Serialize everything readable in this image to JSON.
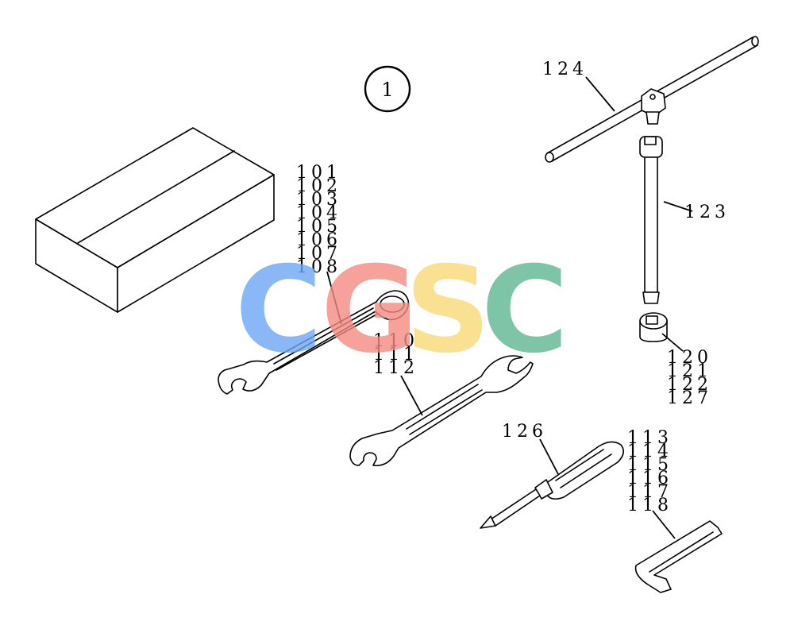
{
  "figure_number": "1",
  "callouts": {
    "box": [
      "101",
      "102",
      "103",
      "104",
      "105",
      "106",
      "107",
      "108"
    ],
    "wrench_2": [
      "110",
      "111",
      "112"
    ],
    "t_handle": [
      "124"
    ],
    "extension": [
      "123"
    ],
    "socket": [
      "120",
      "121",
      "122",
      "127"
    ],
    "screwdriver": [
      "126"
    ],
    "hex_key": [
      "113",
      "114",
      "115",
      "116",
      "117",
      "118"
    ]
  },
  "watermark": {
    "letters": [
      "C",
      "G",
      "S",
      "C"
    ],
    "colors": [
      "#6ea6f5",
      "#f48a80",
      "#f9d976",
      "#5fb792"
    ],
    "opacity": 0.8
  }
}
